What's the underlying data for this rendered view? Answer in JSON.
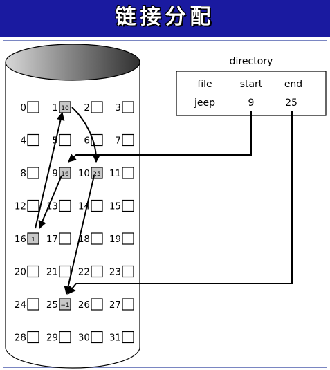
{
  "title": "链接分配",
  "colors": {
    "title_bar": "#1a1aa0",
    "title_text": "#ffffff",
    "used_block": "#c8c8c8",
    "free_block": "#ffffff"
  },
  "directory": {
    "label": "directory",
    "headers": [
      "file",
      "start",
      "end"
    ],
    "rows": [
      {
        "file": "jeep",
        "start": "9",
        "end": "25"
      }
    ]
  },
  "disk": {
    "block_count": 32,
    "columns": 4,
    "used_blocks": [
      {
        "block": 1,
        "next": "10"
      },
      {
        "block": 9,
        "next": "16"
      },
      {
        "block": 10,
        "next": "25"
      },
      {
        "block": 16,
        "next": "1"
      },
      {
        "block": 25,
        "next": "−1"
      }
    ]
  }
}
